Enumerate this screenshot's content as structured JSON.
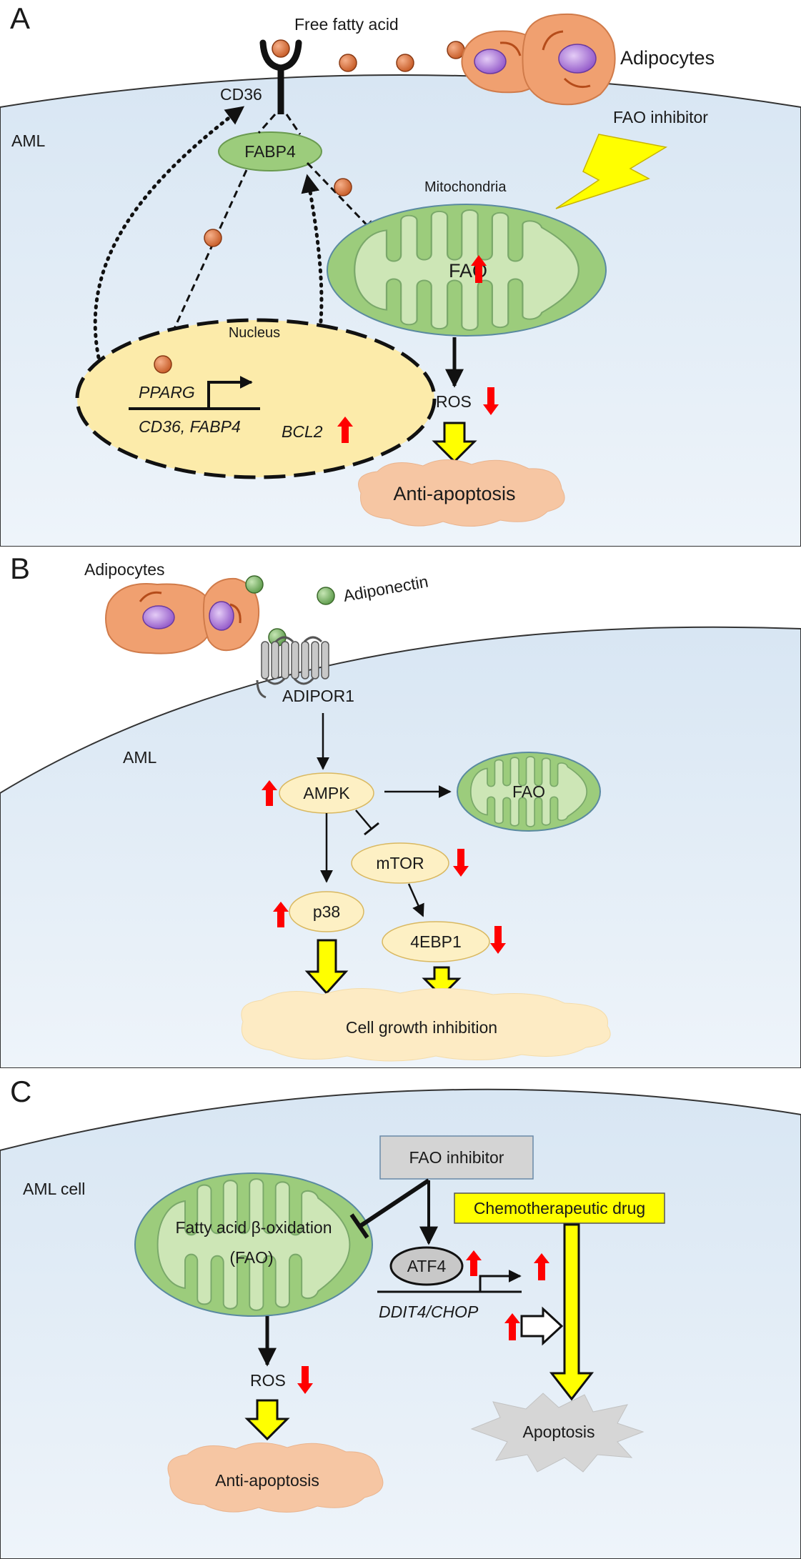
{
  "panel_a": {
    "letter": "A",
    "free_fatty_acid": "Free fatty acid",
    "adipocytes": "Adipocytes",
    "aml": "AML",
    "cd36": "CD36",
    "fabp4": "FABP4",
    "fao_inhibitor": "FAO inhibitor",
    "mitochondria": "Mitochondria",
    "fao": "FAO",
    "nucleus": "Nucleus",
    "pparg": "PPARG",
    "cd36_fabp4": "CD36, FABP4",
    "bcl2": "BCL2",
    "ros": "ROS",
    "anti_apoptosis": "Anti-apoptosis"
  },
  "panel_b": {
    "letter": "B",
    "adipocytes": "Adipocytes",
    "adiponectin": "Adiponectin",
    "adipor1": "ADIPOR1",
    "aml": "AML",
    "ampk": "AMPK",
    "fao": "FAO",
    "mtor": "mTOR",
    "p38": "p38",
    "ebp1": "4EBP1",
    "cell_growth_inhibition": "Cell growth inhibition"
  },
  "panel_c": {
    "letter": "C",
    "aml_cell": "AML cell",
    "fao_inhibitor": "FAO inhibitor",
    "chemo_drug": "Chemotherapeutic drug",
    "fatty_acid_oxidation": "Fatty acid β-oxidation",
    "fao_paren": "(FAO)",
    "atf4": "ATF4",
    "ddit4_chop": "DDIT4/CHOP",
    "ros": "ROS",
    "anti_apoptosis": "Anti-apoptosis",
    "apoptosis": "Apoptosis"
  },
  "colors": {
    "cell_fill": "#dbe8f4",
    "mitochondria_fill": "#9ccc7c",
    "mitochondria_inner": "#cde6b6",
    "nucleus_fill": "#fcebaa",
    "node_fill": "#fdf0c4",
    "adipocyte_fill": "#f0a070",
    "nucleus_purple": "#b07ad8",
    "fatty_acid_ball": "#d9703a",
    "adiponectin_ball": "#7cb86a",
    "yellow_arrow": "#ffff00",
    "red_arrow": "#ff0000",
    "cloud_peach": "#f6c6a3",
    "cloud_cream": "#fdebc4",
    "inhibitor_box": "#d4d4d4",
    "apoptosis_burst": "#d6d6d6"
  }
}
